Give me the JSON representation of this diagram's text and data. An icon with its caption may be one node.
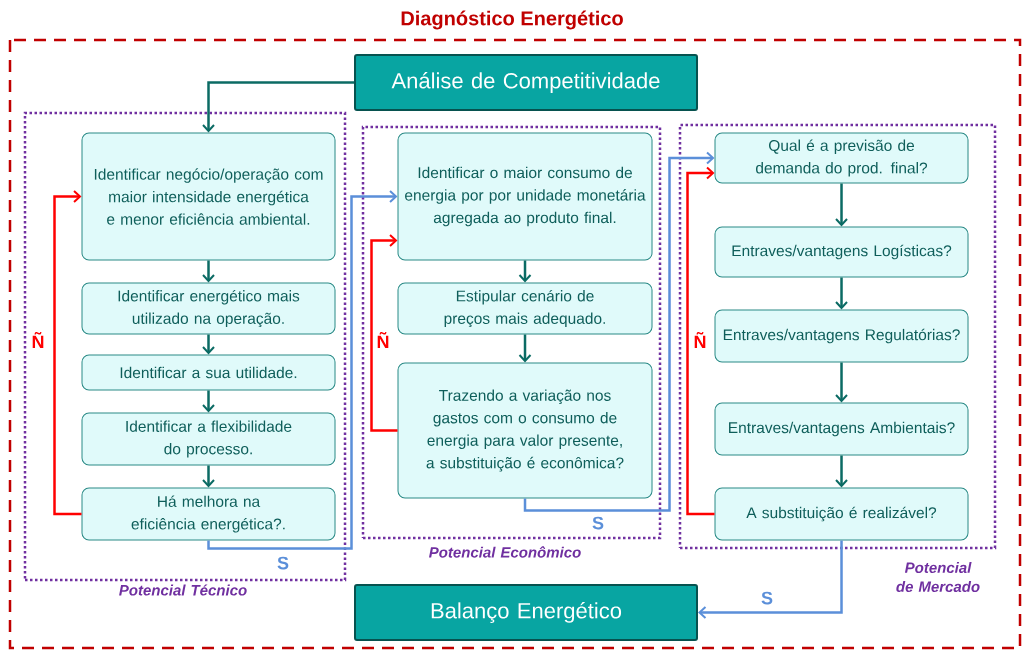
{
  "diagram": {
    "title": "Diagnóstico Energético",
    "nodes": [
      {
        "text": [
          "Análise de Competitividade"
        ]
      },
      {
        "text": [
          "Potencial Técnico"
        ]
      },
      {
        "text": [
          "Identificar negócio/operação com maior intensidade energética e menor eficiência ambiental."
        ],
        "in": 1
      },
      {
        "text": [
          "Identificar energético mais utilizado na operação."
        ],
        "in": 1
      },
      {
        "text": [
          "Identificar a sua utilidade."
        ],
        "in": 1
      },
      {
        "text": [
          "Identificar a flexibilidade do processo."
        ],
        "in": 1
      },
      {
        "text": [
          "Há melhora na eficiência energética?."
        ],
        "in": 1
      },
      {
        "text": [
          "Potencial Econômico"
        ]
      },
      {
        "text": [
          "Identificar o maior consumo de energia por por unidade monetária agregada ao produto final."
        ],
        "in": 7
      },
      {
        "text": [
          "Estipular cenário de preços mais adequado."
        ],
        "in": 7
      },
      {
        "text": [
          "Trazendo a variação nos gastos com o consumo de energia para valor presente, a substituição é econômica?"
        ],
        "in": 7
      },
      {
        "text": [
          "Potencial de Mercado"
        ]
      },
      {
        "text": [
          "Qual é a previsão de demanda do prod. final?"
        ],
        "in": 11
      },
      {
        "text": [
          "Entraves/vantagens Logísticas?"
        ],
        "in": 11
      },
      {
        "text": [
          "Entraves/vantagens Regulatórias?"
        ],
        "in": 11
      },
      {
        "text": [
          "Entraves/vantagens Ambientais?"
        ],
        "in": 11
      },
      {
        "text": [
          "A substituição é realizável?"
        ],
        "in": 11
      },
      {
        "text": [
          "Balanço Energético"
        ]
      }
    ],
    "edges": [
      {
        "from": 0,
        "to": 2,
        "arrow": "to"
      },
      {
        "from": 2,
        "to": 3,
        "arrow": "to"
      },
      {
        "from": 3,
        "to": 4,
        "arrow": "to"
      },
      {
        "from": 4,
        "to": 5,
        "arrow": "to"
      },
      {
        "from": 5,
        "to": 6,
        "arrow": "to"
      },
      {
        "from": 6,
        "to": 2,
        "arrow": "to",
        "label": "Ñ",
        "color": "#ff0000"
      },
      {
        "from": 6,
        "to": 8,
        "arrow": "to",
        "label": "S",
        "color": "#5b8fd9"
      },
      {
        "from": 8,
        "to": 9,
        "arrow": "to"
      },
      {
        "from": 9,
        "to": 10,
        "arrow": "to"
      },
      {
        "from": 10,
        "to": 8,
        "arrow": "to",
        "label": "Ñ",
        "color": "#ff0000"
      },
      {
        "from": 10,
        "to": 12,
        "arrow": "to",
        "label": "S",
        "color": "#5b8fd9"
      },
      {
        "from": 12,
        "to": 13,
        "arrow": "to"
      },
      {
        "from": 13,
        "to": 14,
        "arrow": "to"
      },
      {
        "from": 14,
        "to": 15,
        "arrow": "to"
      },
      {
        "from": 15,
        "to": 16,
        "arrow": "to"
      },
      {
        "from": 16,
        "to": 12,
        "arrow": "to",
        "label": "Ñ",
        "color": "#ff0000"
      },
      {
        "from": 16,
        "to": 17,
        "arrow": "to",
        "label": "S",
        "color": "#5b8fd9"
      }
    ]
  }
}
